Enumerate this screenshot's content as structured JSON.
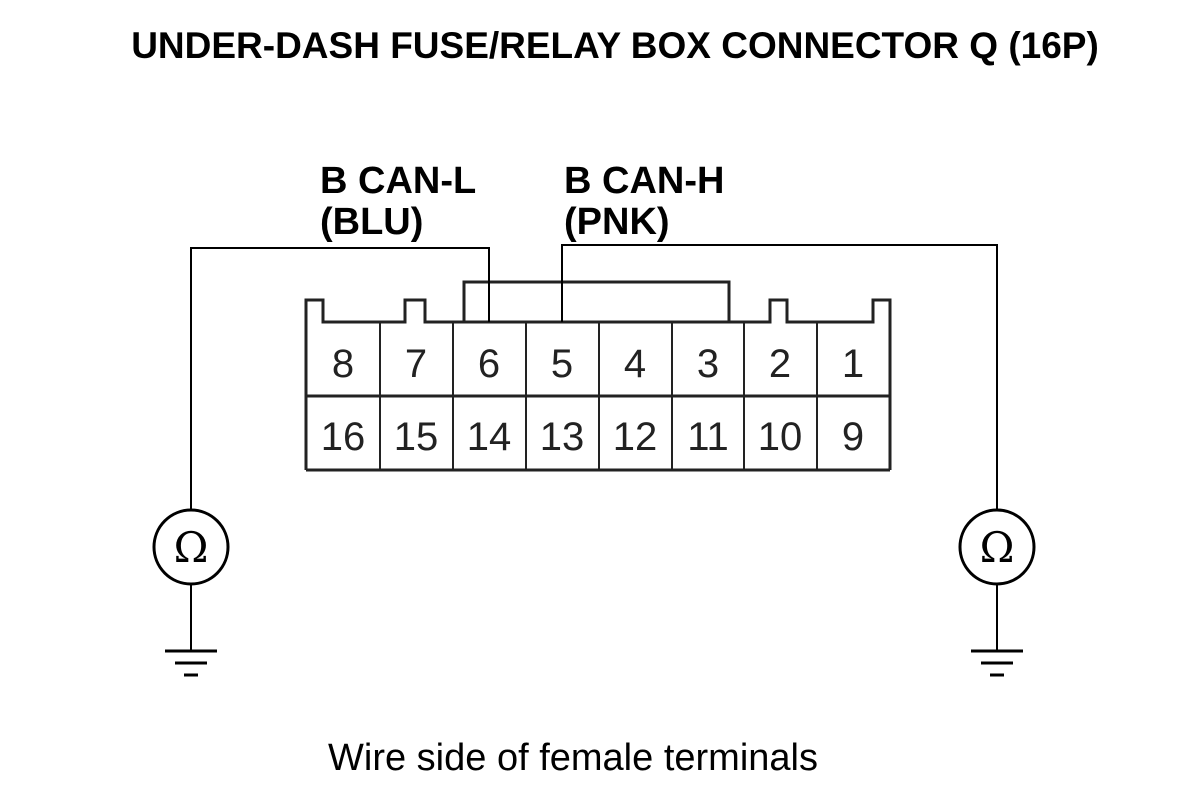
{
  "title": "UNDER-DASH FUSE/RELAY BOX CONNECTOR Q (16P)",
  "wires": [
    {
      "signal": "B CAN-L",
      "color": "(BLU)",
      "pin": 6
    },
    {
      "signal": "B CAN-H",
      "color": "(PNK)",
      "pin": 5
    }
  ],
  "connector": {
    "top_row": [
      "8",
      "7",
      "6",
      "5",
      "4",
      "3",
      "2",
      "1"
    ],
    "bottom_row": [
      "16",
      "15",
      "14",
      "13",
      "12",
      "11",
      "10",
      "9"
    ]
  },
  "meters": [
    {
      "symbol": "Ω",
      "icon": "ohmmeter-icon"
    },
    {
      "symbol": "Ω",
      "icon": "ohmmeter-icon"
    }
  ],
  "caption": "Wire side of female terminals"
}
